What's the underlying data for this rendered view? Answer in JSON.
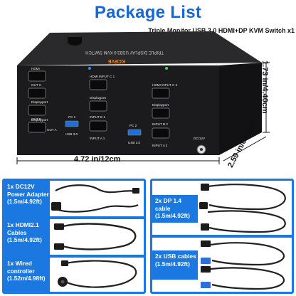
{
  "title": "Package List",
  "subtitle": "Triple Monitor USB 3.0 HDMI+DP  KVM Switch x1",
  "product": {
    "top_text": "TRIPLE DISPLAY USB3.0 KVM SWITCH",
    "brand": "KCEVE",
    "port_labels": {
      "hdmi": "HDMI",
      "displayport": "Displayport",
      "out_c": "OUT C",
      "out_b": "OUT B",
      "out_a": "OUT A",
      "hdmi_input_c1": "HDMI INPUT C 1",
      "hdmi_input_c2": "HDMI INPUT C 2",
      "input_b1": "INPUT B 1",
      "input_b2": "INPUT B 2",
      "input_a1": "INPUT A 1",
      "input_a2": "INPUT A 2",
      "pc1": "PC 1",
      "pc2": "PC 2",
      "usb30": "USB 3.0",
      "dc12v": "DC/12V"
    }
  },
  "dimensions": {
    "width": "4.72 in/12cm",
    "height": "1.73 in/4.40cm",
    "depth": "2.59 in/6.60cm"
  },
  "package_items": [
    {
      "label": "1x DC12V Power Adapter (1.5m/4.92ft)",
      "icon": "power-adapter-icon"
    },
    {
      "label": "1x HDMI2.1 Cables (1.5m/4.92ft)",
      "icon": "hdmi-cable-icon"
    },
    {
      "label": "1x Wired controller (1.52m/4.98ft)",
      "icon": "wired-controller-icon"
    },
    {
      "label": "2x DP 1.4 cable (1.5m/4.92ft)",
      "icon": "dp-cable-icon"
    },
    {
      "label": "2x USB cables (1.5m/4.92ft)",
      "icon": "usb-cable-icon"
    }
  ],
  "colors": {
    "accent_blue": "#1a78e0",
    "title_blue": "#1666d6",
    "device_black": "#1b1b1d",
    "brand_orange": "#f08a1a"
  }
}
